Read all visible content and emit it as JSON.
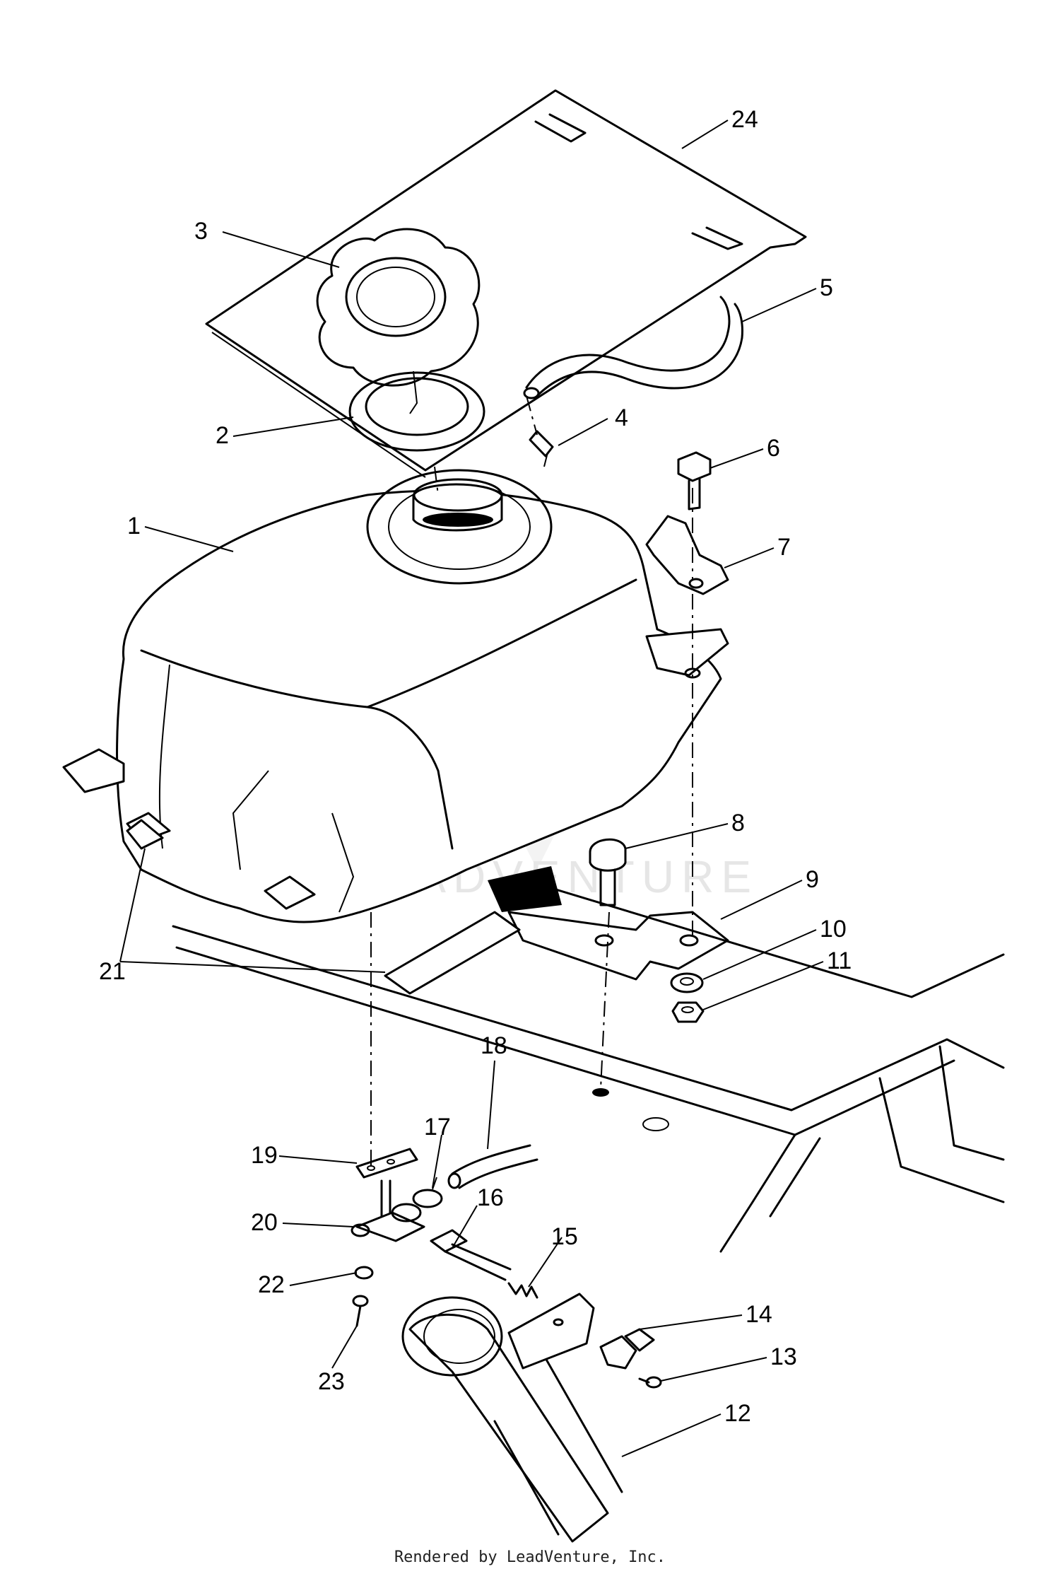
{
  "diagram": {
    "parts": [
      {
        "number": "1"
      },
      {
        "number": "2"
      },
      {
        "number": "3"
      },
      {
        "number": "4"
      },
      {
        "number": "5"
      },
      {
        "number": "6"
      },
      {
        "number": "7"
      },
      {
        "number": "8"
      },
      {
        "number": "9"
      },
      {
        "number": "10"
      },
      {
        "number": "11"
      },
      {
        "number": "12"
      },
      {
        "number": "13"
      },
      {
        "number": "14"
      },
      {
        "number": "15"
      },
      {
        "number": "16"
      },
      {
        "number": "17"
      },
      {
        "number": "18"
      },
      {
        "number": "19"
      },
      {
        "number": "20"
      },
      {
        "number": "21"
      },
      {
        "number": "22"
      },
      {
        "number": "23"
      },
      {
        "number": "24"
      }
    ],
    "watermark": "LEADVENTURE"
  },
  "footer": {
    "credit": "Rendered by LeadVenture, Inc."
  }
}
